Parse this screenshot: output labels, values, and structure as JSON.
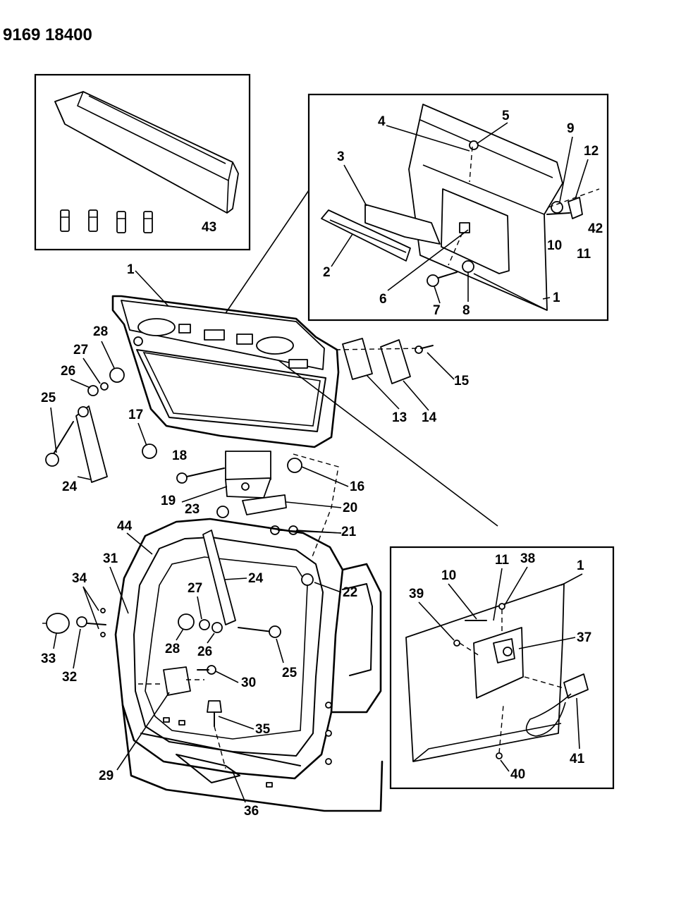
{
  "header": {
    "part_number": "9169 18400"
  },
  "labels": {
    "n1": "1",
    "n2": "2",
    "n3": "3",
    "n4": "4",
    "n5": "5",
    "n6": "6",
    "n7": "7",
    "n8": "8",
    "n9": "9",
    "n10": "10",
    "n11": "11",
    "n12": "12",
    "n13": "13",
    "n14": "14",
    "n15": "15",
    "n16": "16",
    "n17": "17",
    "n18": "18",
    "n19": "19",
    "n20": "20",
    "n21": "21",
    "n22": "22",
    "n23": "23",
    "n24": "24",
    "n25": "25",
    "n26": "26",
    "n27": "27",
    "n28": "28",
    "n29": "29",
    "n30": "30",
    "n31": "31",
    "n32": "32",
    "n33": "33",
    "n34": "34",
    "n35": "35",
    "n36": "36",
    "n37": "37",
    "n38": "38",
    "n39": "39",
    "n40": "40",
    "n41": "41",
    "n42": "42",
    "n43": "43",
    "n44": "44"
  },
  "colors": {
    "ink": "#000000",
    "paper": "#ffffff"
  }
}
